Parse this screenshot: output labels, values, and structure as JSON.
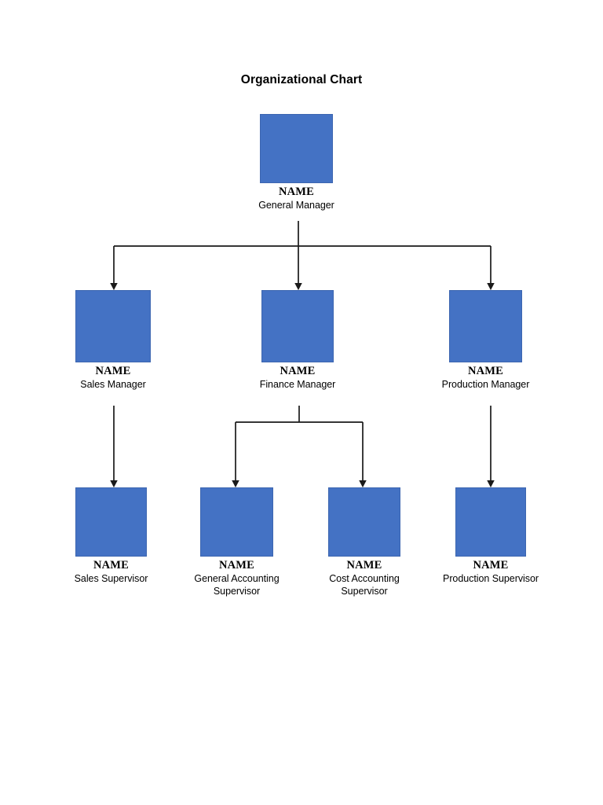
{
  "page": {
    "title": "Organizational Chart",
    "background_color": "#FFFFFF"
  },
  "style": {
    "box_fill": "#4472C4",
    "box_border": "#3D66B0",
    "connector_color": "#1A1A1A",
    "text_color": "#000000"
  },
  "chart_data": {
    "type": "diagram",
    "diagram_type": "organizational-chart",
    "title": "Organizational Chart",
    "name_placeholder": "NAME",
    "levels": 3,
    "nodes": [
      {
        "id": "general-manager",
        "name": "NAME",
        "role": "General Manager",
        "level": 1,
        "parent": null
      },
      {
        "id": "sales-manager",
        "name": "NAME",
        "role": "Sales Manager",
        "level": 2,
        "parent": "general-manager"
      },
      {
        "id": "finance-manager",
        "name": "NAME",
        "role": "Finance Manager",
        "level": 2,
        "parent": "general-manager"
      },
      {
        "id": "production-manager",
        "name": "NAME",
        "role": "Production Manager",
        "level": 2,
        "parent": "general-manager"
      },
      {
        "id": "sales-supervisor",
        "name": "NAME",
        "role": "Sales Supervisor",
        "level": 3,
        "parent": "sales-manager"
      },
      {
        "id": "general-accounting-supervisor",
        "name": "NAME",
        "role": "General Accounting Supervisor",
        "level": 3,
        "parent": "finance-manager"
      },
      {
        "id": "cost-accounting-supervisor",
        "name": "NAME",
        "role": "Cost Accounting Supervisor",
        "level": 3,
        "parent": "finance-manager"
      },
      {
        "id": "production-supervisor",
        "name": "NAME",
        "role": "Production Supervisor",
        "level": 3,
        "parent": "production-manager"
      }
    ],
    "edges": [
      {
        "from": "general-manager",
        "to": "sales-manager",
        "arrow": "down"
      },
      {
        "from": "general-manager",
        "to": "finance-manager",
        "arrow": "down"
      },
      {
        "from": "general-manager",
        "to": "production-manager",
        "arrow": "down"
      },
      {
        "from": "sales-manager",
        "to": "sales-supervisor",
        "arrow": "down"
      },
      {
        "from": "finance-manager",
        "to": "general-accounting-supervisor",
        "arrow": "down"
      },
      {
        "from": "finance-manager",
        "to": "cost-accounting-supervisor",
        "arrow": "down"
      },
      {
        "from": "production-manager",
        "to": "production-supervisor",
        "arrow": "down"
      }
    ]
  }
}
